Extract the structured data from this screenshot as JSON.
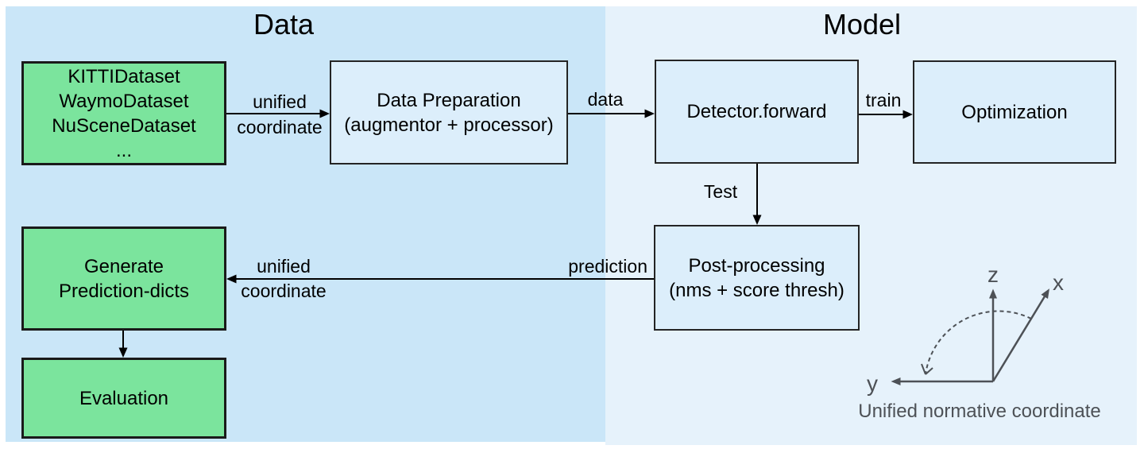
{
  "titles": {
    "left": "Data",
    "right": "Model"
  },
  "boxes": {
    "datasets": {
      "lines": [
        "KITTIDataset",
        "WaymoDataset",
        "NuSceneDataset",
        "..."
      ]
    },
    "data_preparation": {
      "lines": [
        "Data Preparation",
        "(augmentor + processor)"
      ]
    },
    "detector": {
      "lines": [
        "Detector.forward"
      ]
    },
    "optimization": {
      "lines": [
        "Optimization"
      ]
    },
    "post_processing": {
      "lines": [
        "Post-processing",
        "(nms + score thresh)"
      ]
    },
    "generate_prediction": {
      "lines": [
        "Generate",
        "Prediction-dicts"
      ]
    },
    "evaluation": {
      "lines": [
        "Evaluation"
      ]
    }
  },
  "arrow_labels": {
    "unified_coordinate_top": {
      "line1": "unified",
      "line2": "coordinate"
    },
    "data": "data",
    "train": "train",
    "test": "Test",
    "prediction": "prediction",
    "unified_coordinate_bottom": {
      "line1": "unified",
      "line2": "coordinate"
    }
  },
  "axes": {
    "z": "z",
    "x": "x",
    "y": "y",
    "caption": "Unified normative coordinate"
  },
  "colors": {
    "left_panel_bg": "#cae6f8",
    "right_panel_bg": "#e6f2fb",
    "box_fill": "#dceefb",
    "green_fill": "#7be49d",
    "box_border": "#1a1a1a",
    "arrow_color": "#000000",
    "axes_color": "#4d5156"
  }
}
